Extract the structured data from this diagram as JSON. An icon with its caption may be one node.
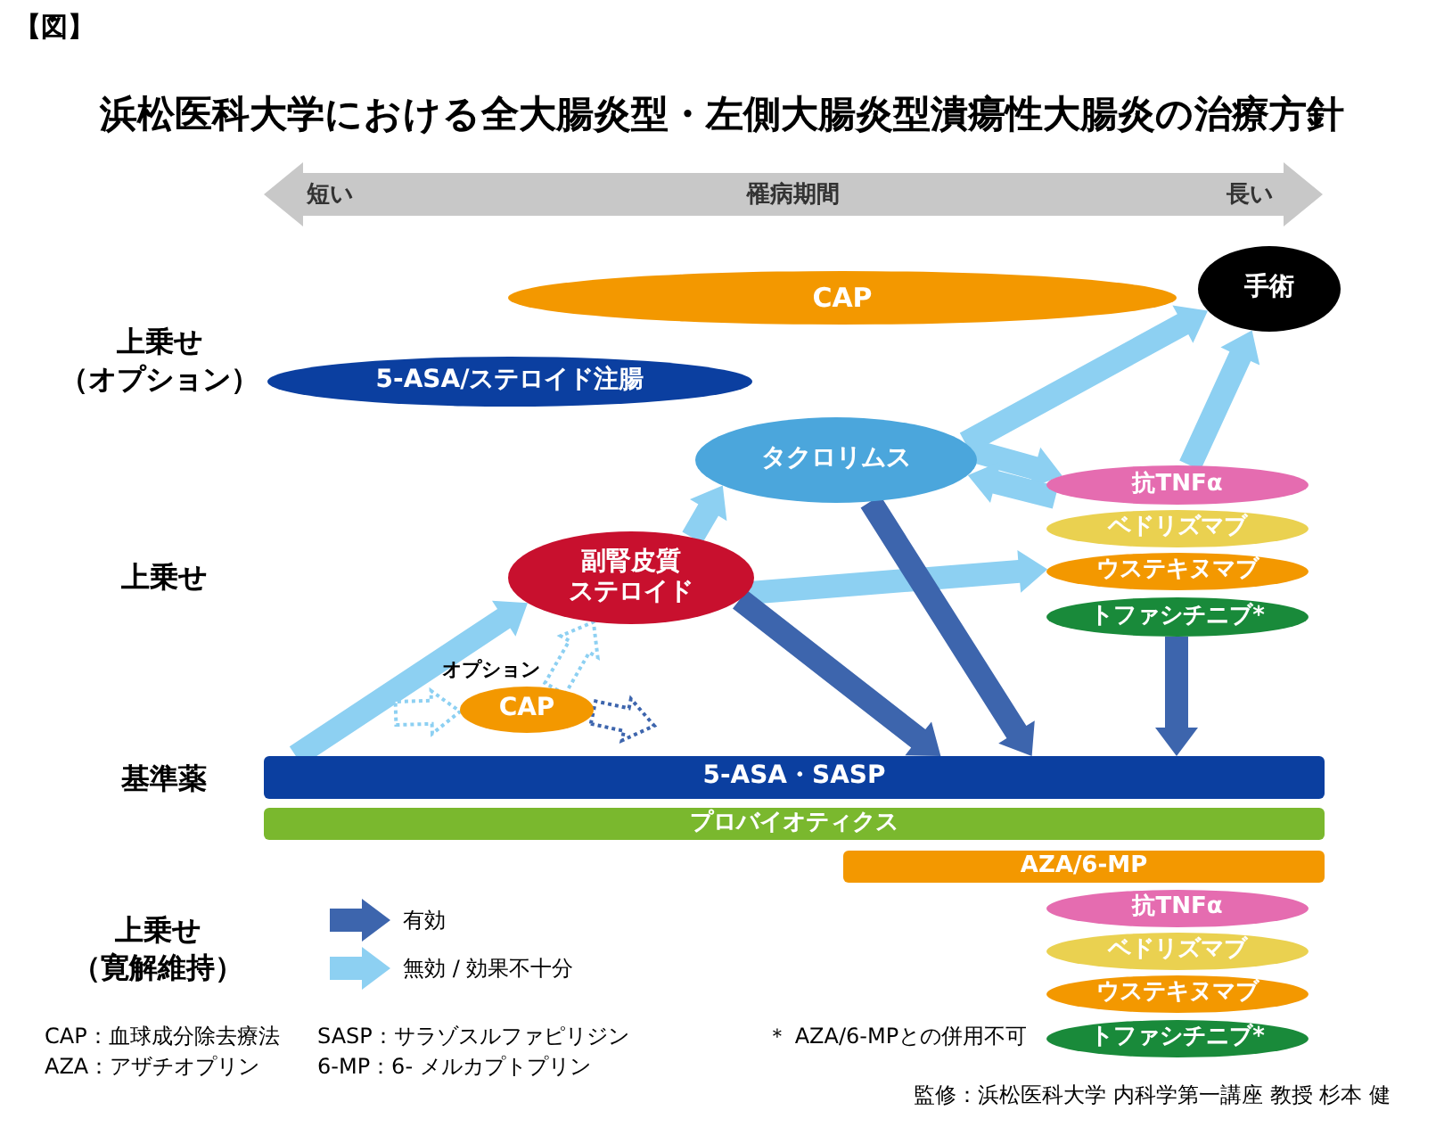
{
  "diagram": {
    "title": "浜松医科大学における全大腸炎型・左側大腸炎型潰瘍性大腸炎の治療方針",
    "nodes": [
      {
        "text": [
          "CAP"
        ]
      },
      {
        "text": [
          "手術"
        ]
      },
      {
        "text": [
          "5-ASA/ステロイド注腸"
        ]
      },
      {
        "text": [
          "タクロリムス"
        ]
      },
      {
        "text": [
          "抗TNFα"
        ]
      },
      {
        "text": [
          "ベドリズマブ"
        ]
      },
      {
        "text": [
          "ウステキヌマブ"
        ]
      },
      {
        "text": [
          "トファシチニブ*"
        ]
      },
      {
        "text": [
          "副腎皮質ステロイド"
        ]
      },
      {
        "text": [
          "CAP"
        ],
        "beside": [
          "オプション"
        ]
      },
      {
        "text": [
          "5-ASA・SASP"
        ]
      },
      {
        "text": [
          "プロバイオティクス"
        ]
      },
      {
        "text": [
          "AZA/6-MP"
        ]
      },
      {
        "text": [
          "抗TNFα"
        ]
      },
      {
        "text": [
          "ベドリズマブ"
        ]
      },
      {
        "text": [
          "ウステキヌマブ"
        ]
      },
      {
        "text": [
          "トファシチニブ*"
        ]
      }
    ],
    "edges": [
      {
        "from": 10,
        "to": 8,
        "arrow": "to"
      },
      {
        "from": 8,
        "to": 3,
        "arrow": "to"
      },
      {
        "from": 3,
        "to": 1,
        "arrow": "to"
      },
      {
        "from": 4,
        "to": 1,
        "arrow": "to"
      },
      {
        "from": 3,
        "to": 4,
        "arrow": "to"
      },
      {
        "from": 4,
        "to": 3,
        "arrow": "to"
      },
      {
        "from": 8,
        "to": 6,
        "arrow": "to"
      },
      {
        "from": 8,
        "to": 10,
        "arrow": "to",
        "color": "#3d65ad"
      },
      {
        "from": 3,
        "to": 10,
        "arrow": "to",
        "color": "#3d65ad"
      },
      {
        "from": 7,
        "to": 10,
        "arrow": "to",
        "color": "#3d65ad"
      },
      {
        "from": null,
        "to": 9,
        "arrow": "to",
        "style": "dashed"
      },
      {
        "from": 9,
        "to": 8,
        "arrow": "to",
        "style": "dashed"
      },
      {
        "from": 9,
        "to": null,
        "arrow": "to",
        "style": "dashed",
        "color": "#3d65ad"
      }
    ],
    "labels": [
      "【図】",
      "短い",
      "罹病期間",
      "長い",
      "上乗せ（オプション）",
      "上乗せ",
      "基準薬",
      "上乗せ（寛解維持）",
      "CAP：血球成分除去療法",
      "SASP：サラゾスルファピリジン",
      "AZA：アザチオプリン",
      "6-MP：6- メルカプトプリン",
      "＊ AZA/6-MPとの併用不可",
      "監修：浜松医科大学 内科学第一講座 教授 杉本 健"
    ],
    "legend": [
      {
        "text": "有効"
      },
      {
        "text": "無効 / 効果不十分"
      }
    ]
  }
}
